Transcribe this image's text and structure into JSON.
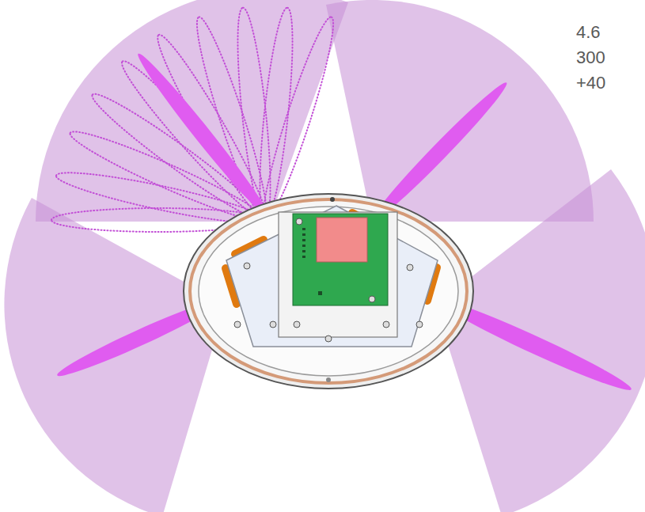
{
  "diagram": {
    "labels": [
      "4.6",
      "300",
      "+40"
    ]
  }
}
